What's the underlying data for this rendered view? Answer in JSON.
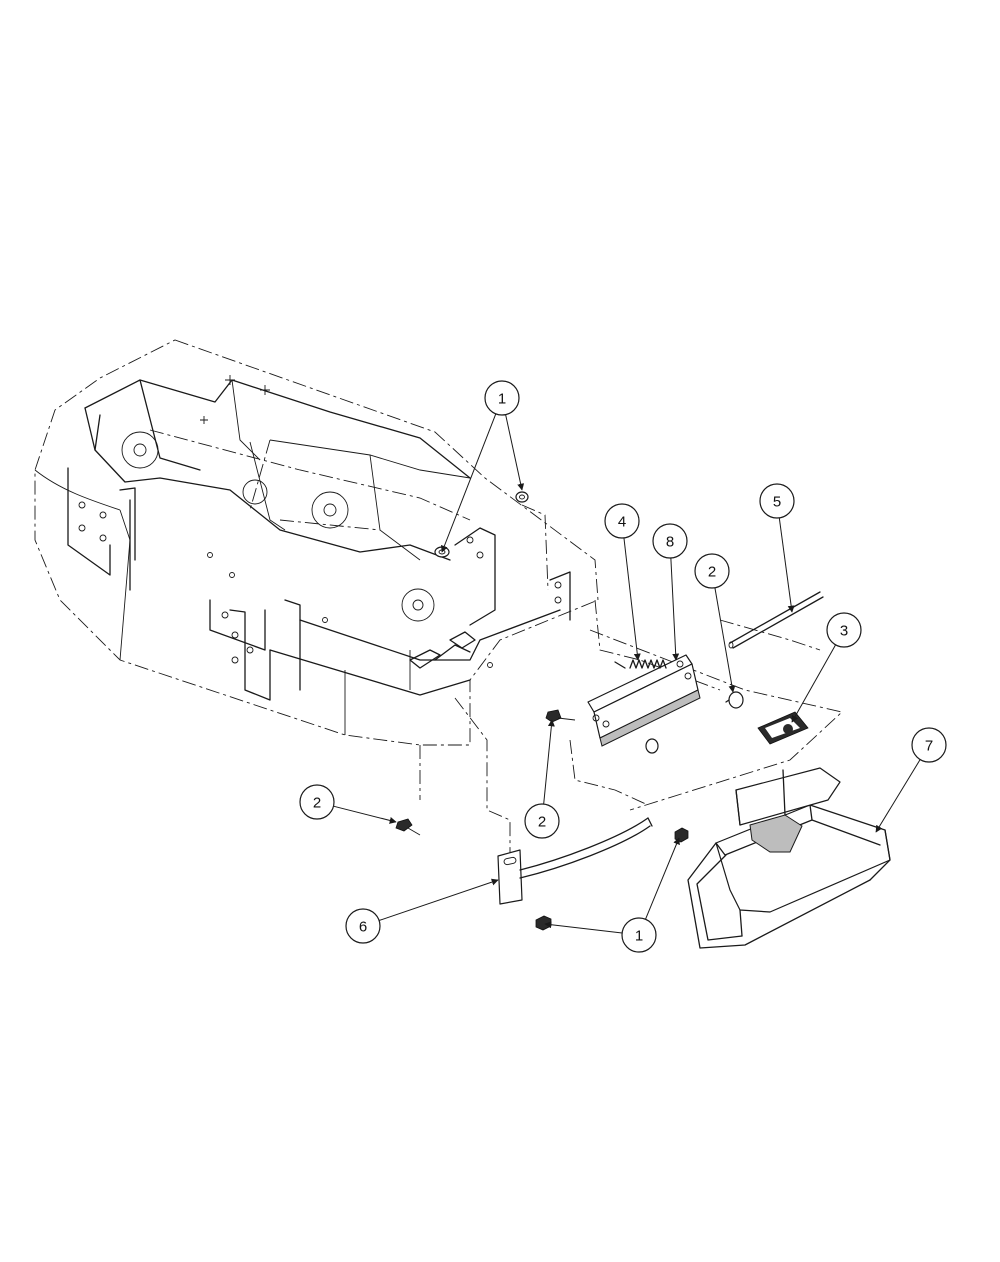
{
  "callouts": [
    {
      "id": "c1a",
      "label": "1"
    },
    {
      "id": "c4",
      "label": "4"
    },
    {
      "id": "c8",
      "label": "8"
    },
    {
      "id": "c5",
      "label": "5"
    },
    {
      "id": "c2a",
      "label": "2"
    },
    {
      "id": "c3",
      "label": "3"
    },
    {
      "id": "c7",
      "label": "7"
    },
    {
      "id": "c2b",
      "label": "2"
    },
    {
      "id": "c2c",
      "label": "2"
    },
    {
      "id": "c6",
      "label": "6"
    },
    {
      "id": "c1b",
      "label": "1"
    }
  ],
  "colors": {
    "line": "#1a1a1a",
    "background": "#ffffff",
    "shade": "#bdbdbd"
  }
}
